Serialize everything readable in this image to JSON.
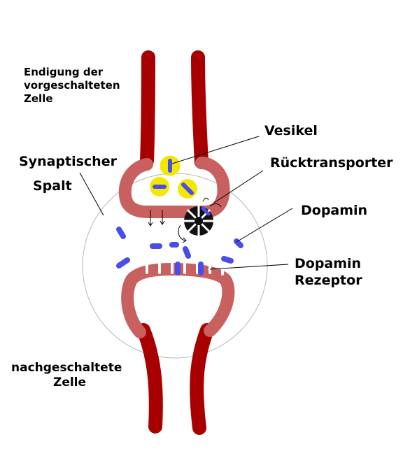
{
  "labels": {
    "endigung_line1": "Endigung der",
    "endigung_line2": "vorgeschalteten",
    "endigung_line3": "Zelle",
    "vesikel": "Vesikel",
    "synaptischer": "Synaptischer",
    "spalt": "Spalt",
    "ruecktransporter": "Rücktransporter",
    "dopamin": "Dopamin",
    "dopamin_rezeptor_line1": "Dopamin",
    "dopamin_rezeptor_line2": "Rezeptor",
    "nachgeschaltete_line1": "nachgeschaltete",
    "nachgeschaltete_line2": "Zelle"
  },
  "colors": {
    "axon": "#a80000",
    "membrane": "#c96060",
    "dopamine": "#4a4de8",
    "vesicle_fill": "#f5e800",
    "transporter": "#111111",
    "background": "#ffffff"
  }
}
